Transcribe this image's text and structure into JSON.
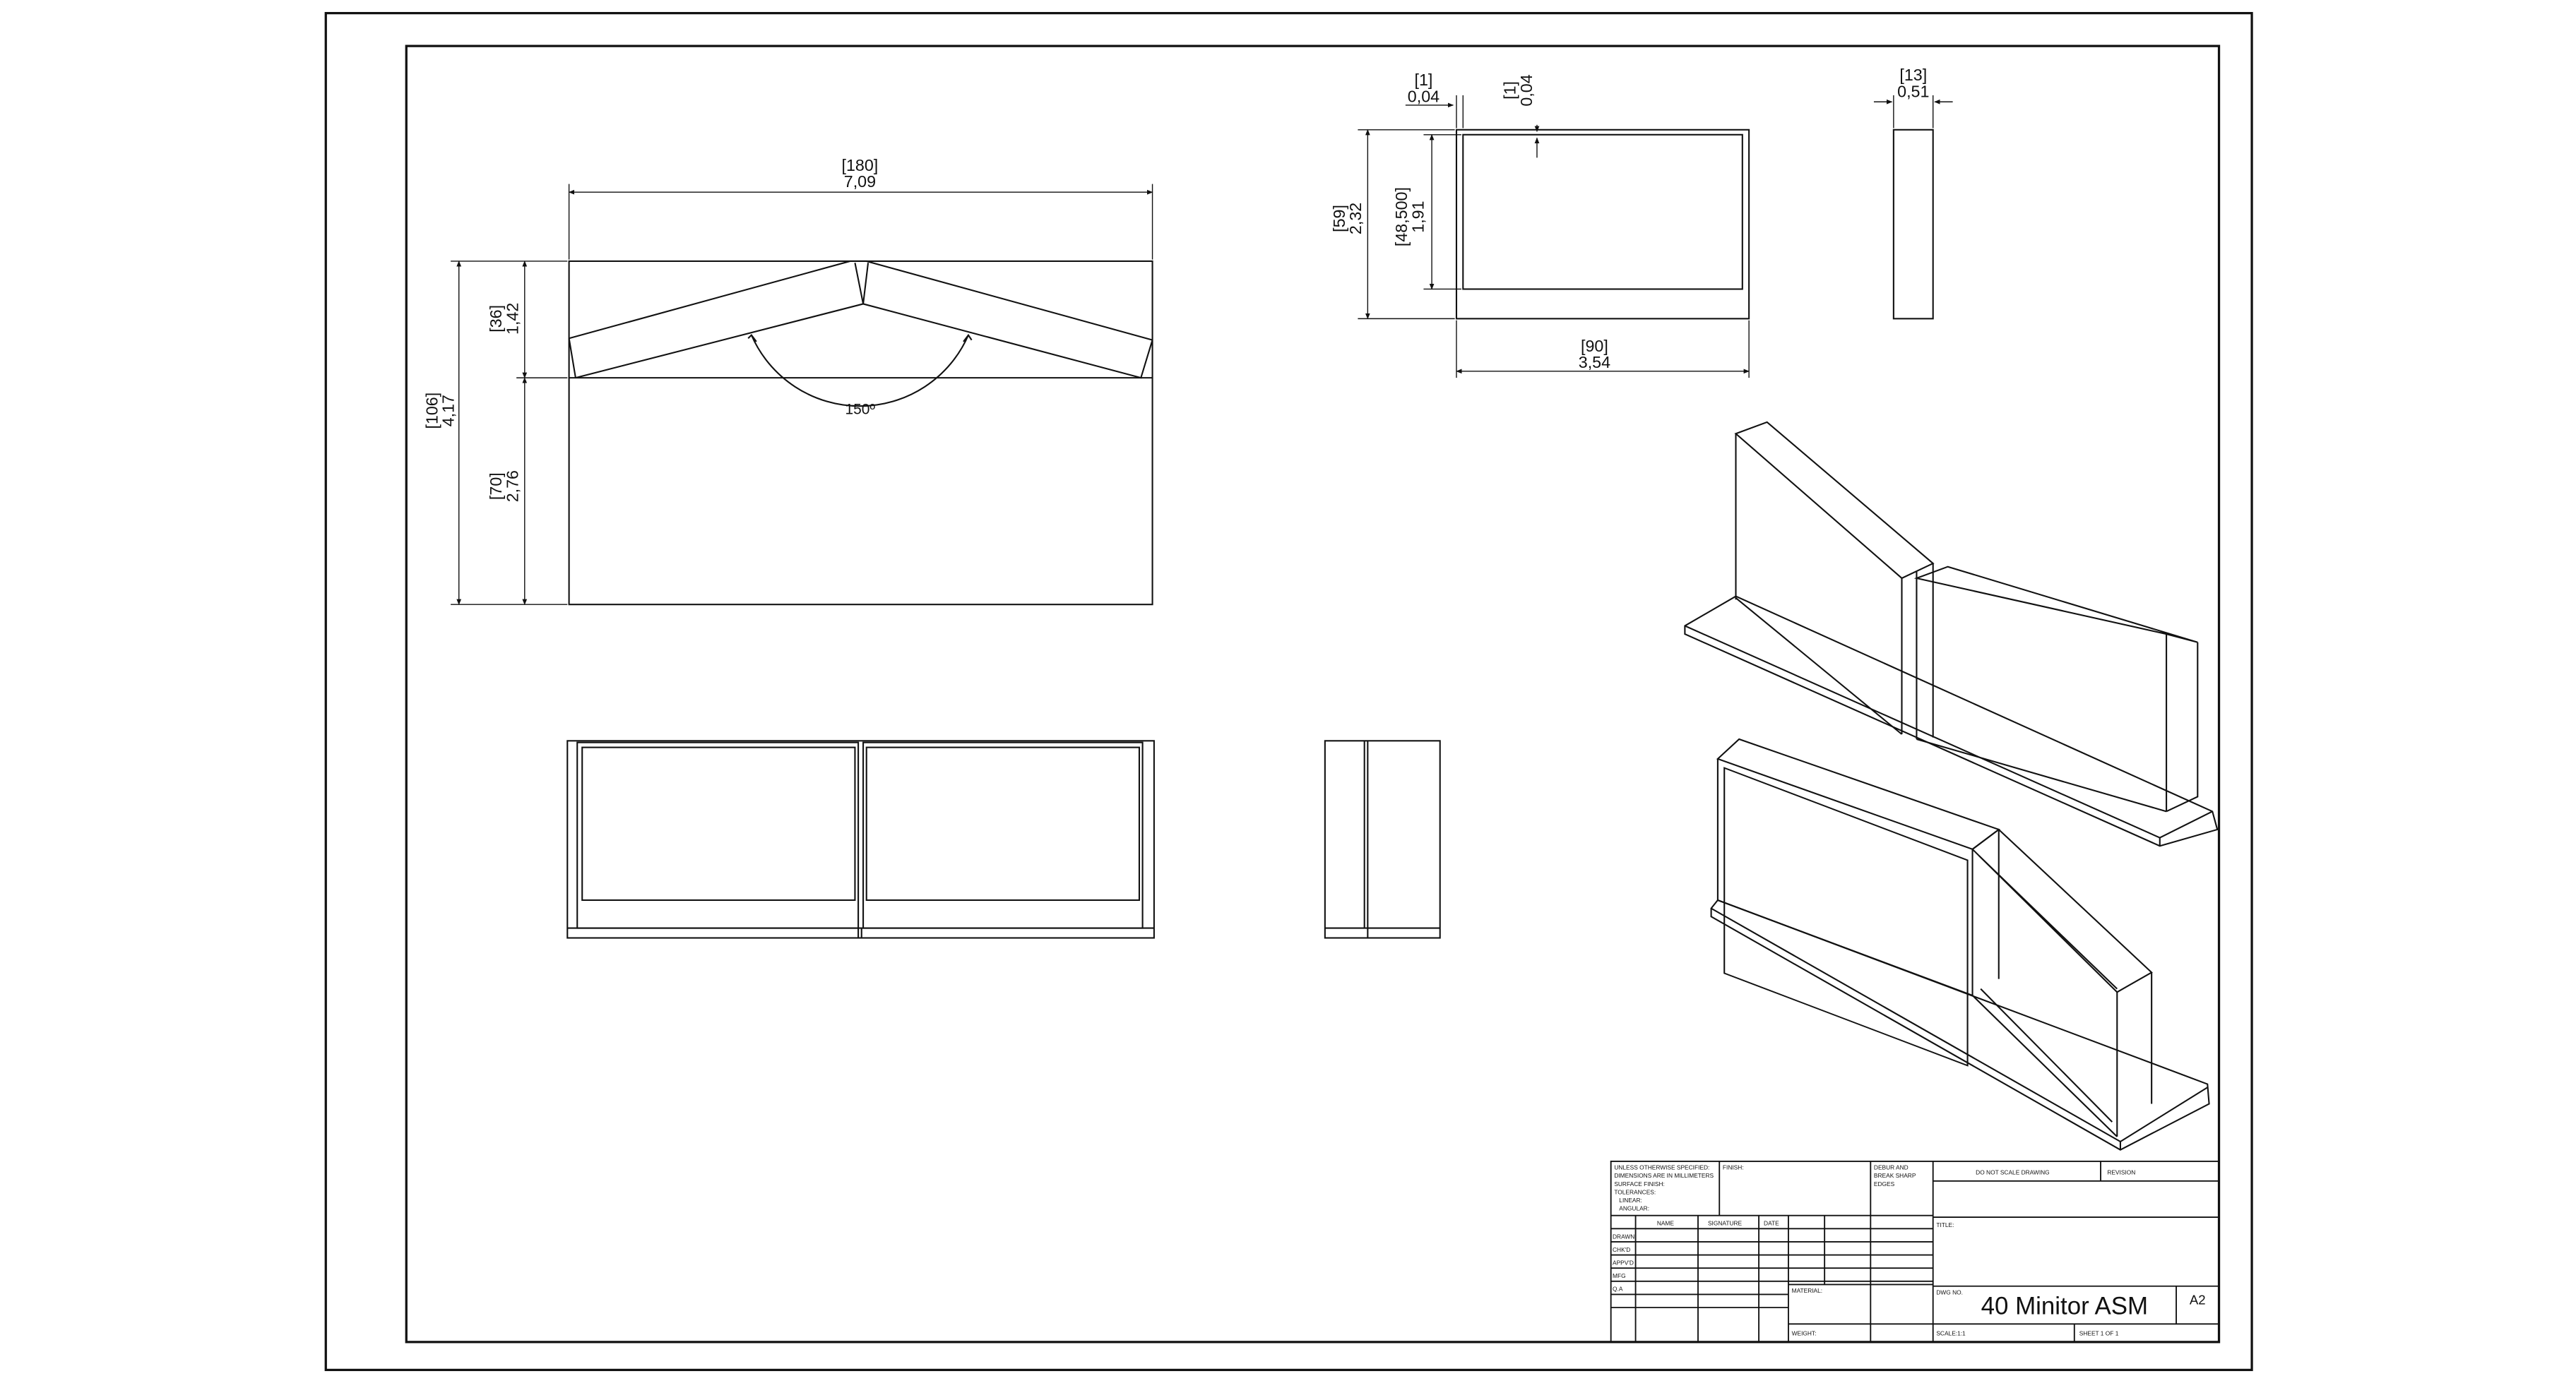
{
  "drawing": {
    "front_view": {
      "width_mm": "[180]",
      "width_in": "7,09",
      "total_h_mm": "[106]",
      "total_h_in": "4,17",
      "upper_h_mm": "[36]",
      "upper_h_in": "1,42",
      "lower_h_mm": "[70]",
      "lower_h_in": "2,76",
      "angle": "150º"
    },
    "monitor_view": {
      "bezel_mm": "[1]",
      "bezel_in": "0,04",
      "inner_bezel_mm": "[1]",
      "inner_bezel_in": "0,04",
      "height_mm": "[59]",
      "height_in": "2,32",
      "screen_h_mm": "[48,500]",
      "screen_h_in": "1,91",
      "width_mm": "[90]",
      "width_in": "3,54"
    },
    "side_view": {
      "thickness_mm": "[13]",
      "thickness_in": "0,51"
    }
  },
  "title_block": {
    "unless_note": [
      "UNLESS OTHERWISE SPECIFIED:",
      "DIMENSIONS ARE IN MILLIMETERS",
      "SURFACE FINISH:",
      "TOLERANCES:",
      "LINEAR:",
      "ANGULAR:"
    ],
    "finish_label": "FINISH:",
    "deburr": [
      "DEBUR AND",
      "BREAK SHARP",
      "EDGES"
    ],
    "do_not_scale": "DO NOT SCALE DRAWING",
    "revision_label": "REVISION",
    "col_name": "NAME",
    "col_signature": "SIGNATURE",
    "col_date": "DATE",
    "rows": [
      "DRAWN",
      "CHK'D",
      "APPV'D",
      "MFG",
      "Q.A"
    ],
    "title_label": "TITLE:",
    "material_label": "MATERIAL:",
    "dwg_label": "DWG NO.",
    "dwg_title": "40 Minitor ASM",
    "sheet_size": "A2",
    "weight_label": "WEIGHT:",
    "scale_label": "SCALE:1:1",
    "sheet_label": "SHEET 1 OF 1"
  }
}
